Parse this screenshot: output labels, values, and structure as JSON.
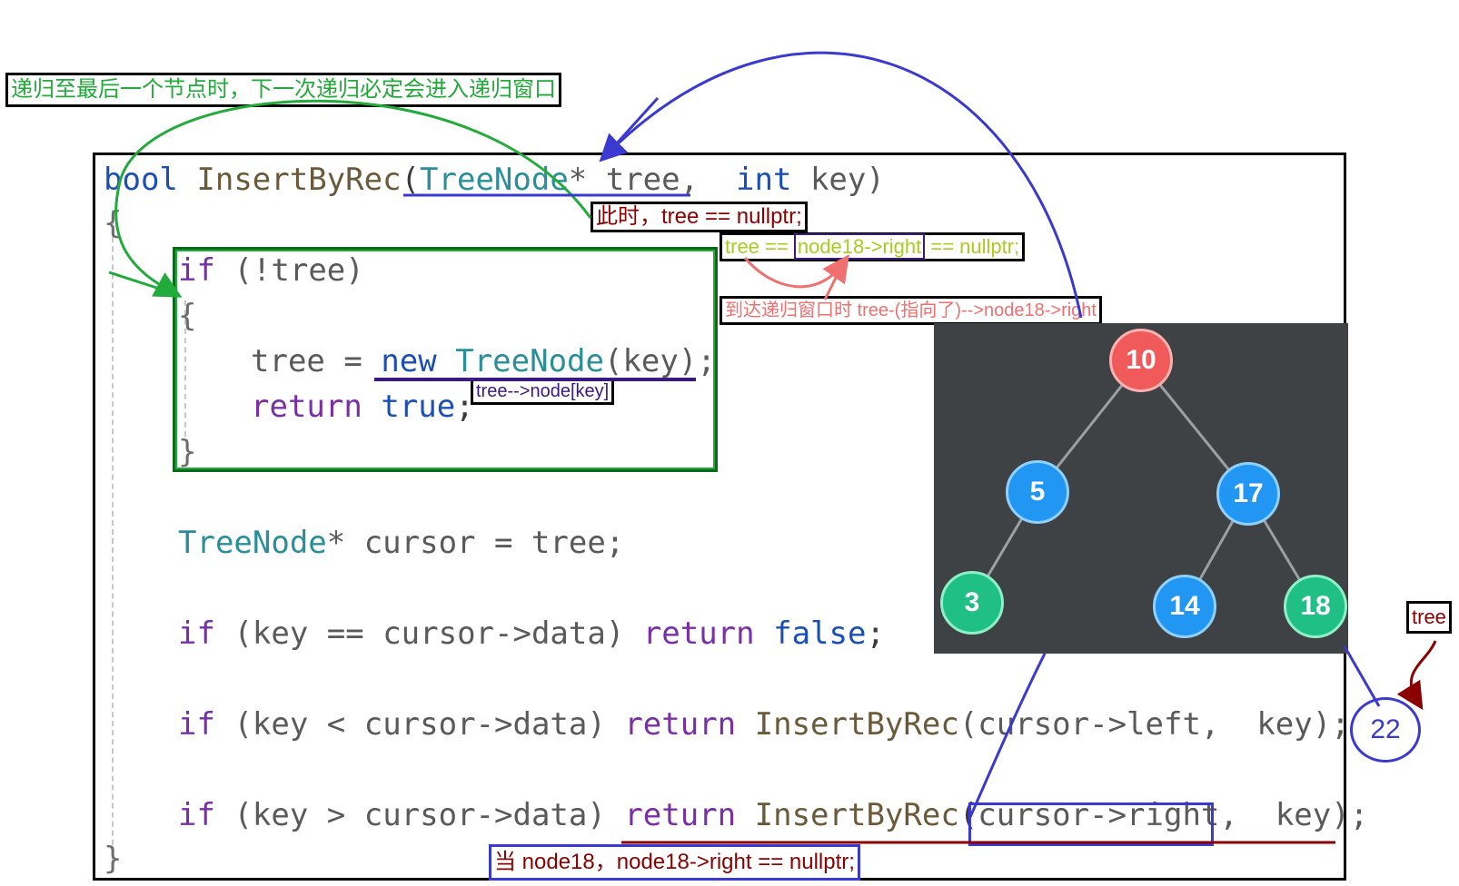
{
  "code": {
    "line1": {
      "t1": "bool",
      "t2": "InsertByRec",
      "t3": "(",
      "t4": "TreeNode",
      "t5": "* tree,",
      "t6": "int",
      "t7": "key)"
    },
    "line2": "{",
    "line3": {
      "kw": "if",
      "rest": "(!tree)"
    },
    "line4": "{",
    "line5": {
      "var": "tree =",
      "kw": "new",
      "ty": "TreeNode",
      "rest": "(key);"
    },
    "line6": {
      "kw": "return",
      "val": "true",
      "semi": ";"
    },
    "line7": "}",
    "line8": {
      "ty": "TreeNode",
      "rest": "* cursor = tree;"
    },
    "line9": {
      "kw": "if",
      "cond": "(key == cursor->data)",
      "ret": "return",
      "val": "false",
      "semi": ";"
    },
    "line10": {
      "kw": "if",
      "cond": "(key < cursor->data)",
      "ret": "return",
      "fn": "InsertByRec",
      "args": "(cursor->left,  key);"
    },
    "line11": {
      "kw": "if",
      "cond": "(key > cursor->data)",
      "ret": "return",
      "fn": "InsertByRec",
      "args1": "(",
      "args2": "cursor->right",
      "args3": ",  key);"
    },
    "line12": "}"
  },
  "annotations": {
    "recursion_note": "递归至最后一个节点时，下一次递归必定会进入递归窗口",
    "tree_nullptr": "此时，tree == nullptr;",
    "tree_eq_prefix": "tree ==",
    "tree_eq_node": "node18->right",
    "tree_eq_suffix": "== nullptr;",
    "reach_window": "到达递归窗口时 tree-(指向了)-->node18->right",
    "tree_node_key": "tree-->node[key]",
    "node18_right": "当 node18，node18->right == nullptr;",
    "tree_label": "tree"
  },
  "tree": {
    "nodes": [
      "10",
      "5",
      "17",
      "3",
      "14",
      "18"
    ],
    "new_node": "22"
  },
  "colors": {
    "green": "#22aa3a",
    "blue": "#3a3ad0",
    "dark_red": "#8b0000",
    "salmon": "#f07070",
    "lime": "#a8cc20"
  }
}
